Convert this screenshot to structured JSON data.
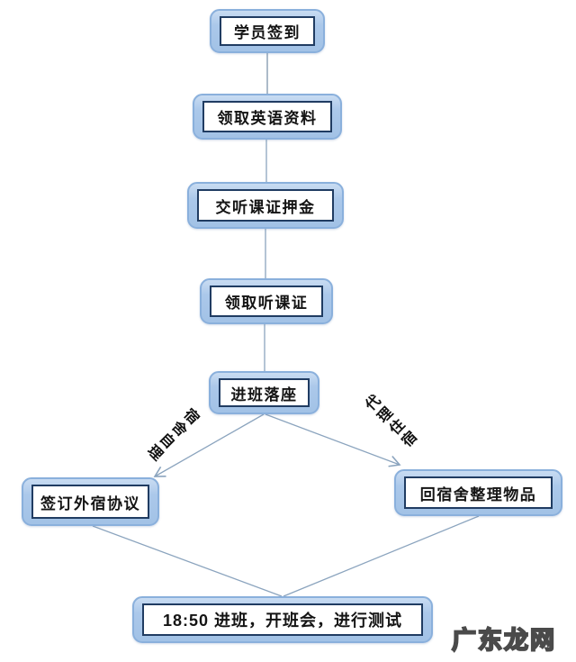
{
  "flowchart": {
    "nodes": [
      {
        "id": "sign-in",
        "label": "学员签到"
      },
      {
        "id": "get-english-materials",
        "label": "领取英语资料"
      },
      {
        "id": "pay-lecture-card-deposit",
        "label": "交听课证押金"
      },
      {
        "id": "get-lecture-card",
        "label": "领取听课证"
      },
      {
        "id": "enter-class-take-seat",
        "label": "进班落座"
      },
      {
        "id": "sign-offsite-agreement",
        "label": "签订外宿协议"
      },
      {
        "id": "tidy-dorm-items",
        "label": "回宿舍整理物品"
      },
      {
        "id": "final-step",
        "label": "18:50 进班，开班会，进行测试"
      }
    ],
    "edges": [
      {
        "from": "sign-in",
        "to": "get-english-materials",
        "label": ""
      },
      {
        "from": "get-english-materials",
        "to": "pay-lecture-card-deposit",
        "label": ""
      },
      {
        "from": "pay-lecture-card-deposit",
        "to": "get-lecture-card",
        "label": ""
      },
      {
        "from": "get-lecture-card",
        "to": "enter-class-take-seat",
        "label": ""
      },
      {
        "from": "enter-class-take-seat",
        "to": "sign-offsite-agreement",
        "label": "宿舍自理"
      },
      {
        "from": "enter-class-take-seat",
        "to": "tidy-dorm-items",
        "label": "代理住宿"
      },
      {
        "from": "sign-offsite-agreement",
        "to": "final-step",
        "label": ""
      },
      {
        "from": "tidy-dorm-items",
        "to": "final-step",
        "label": ""
      }
    ],
    "branch_labels": {
      "left": "宿舍自理",
      "right": "代理住宿"
    },
    "watermark": "广东龙网",
    "colors": {
      "node_fill": "#a9c7e9",
      "node_border": "#8ab0dc",
      "inner_fill": "#ffffff",
      "inner_border": "#203c62",
      "connector": "#8ba4be",
      "text": "#141414",
      "watermark_outline": "#4a4a4a",
      "background": "#ffffff"
    }
  }
}
